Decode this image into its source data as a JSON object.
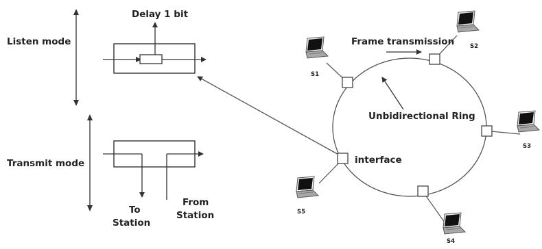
{
  "labels": {
    "listen_mode": "Listen mode",
    "delay": "Delay 1 bit",
    "transmit_mode": "Transmit mode",
    "to_station_1": "To",
    "to_station_2": "Station",
    "from_station_1": "From",
    "from_station_2": "Station",
    "frame_transmission": "Frame transmission",
    "ring": "Unbidirectional Ring",
    "interface": "interface"
  },
  "stations": {
    "s1": "S1",
    "s2": "S2",
    "s3": "S3",
    "s4": "S4",
    "s5": "S5"
  },
  "colors": {
    "line": "#333333",
    "ring": "#555555",
    "laptop_screen": "#111111",
    "laptop_body": "#9a9a9a"
  }
}
